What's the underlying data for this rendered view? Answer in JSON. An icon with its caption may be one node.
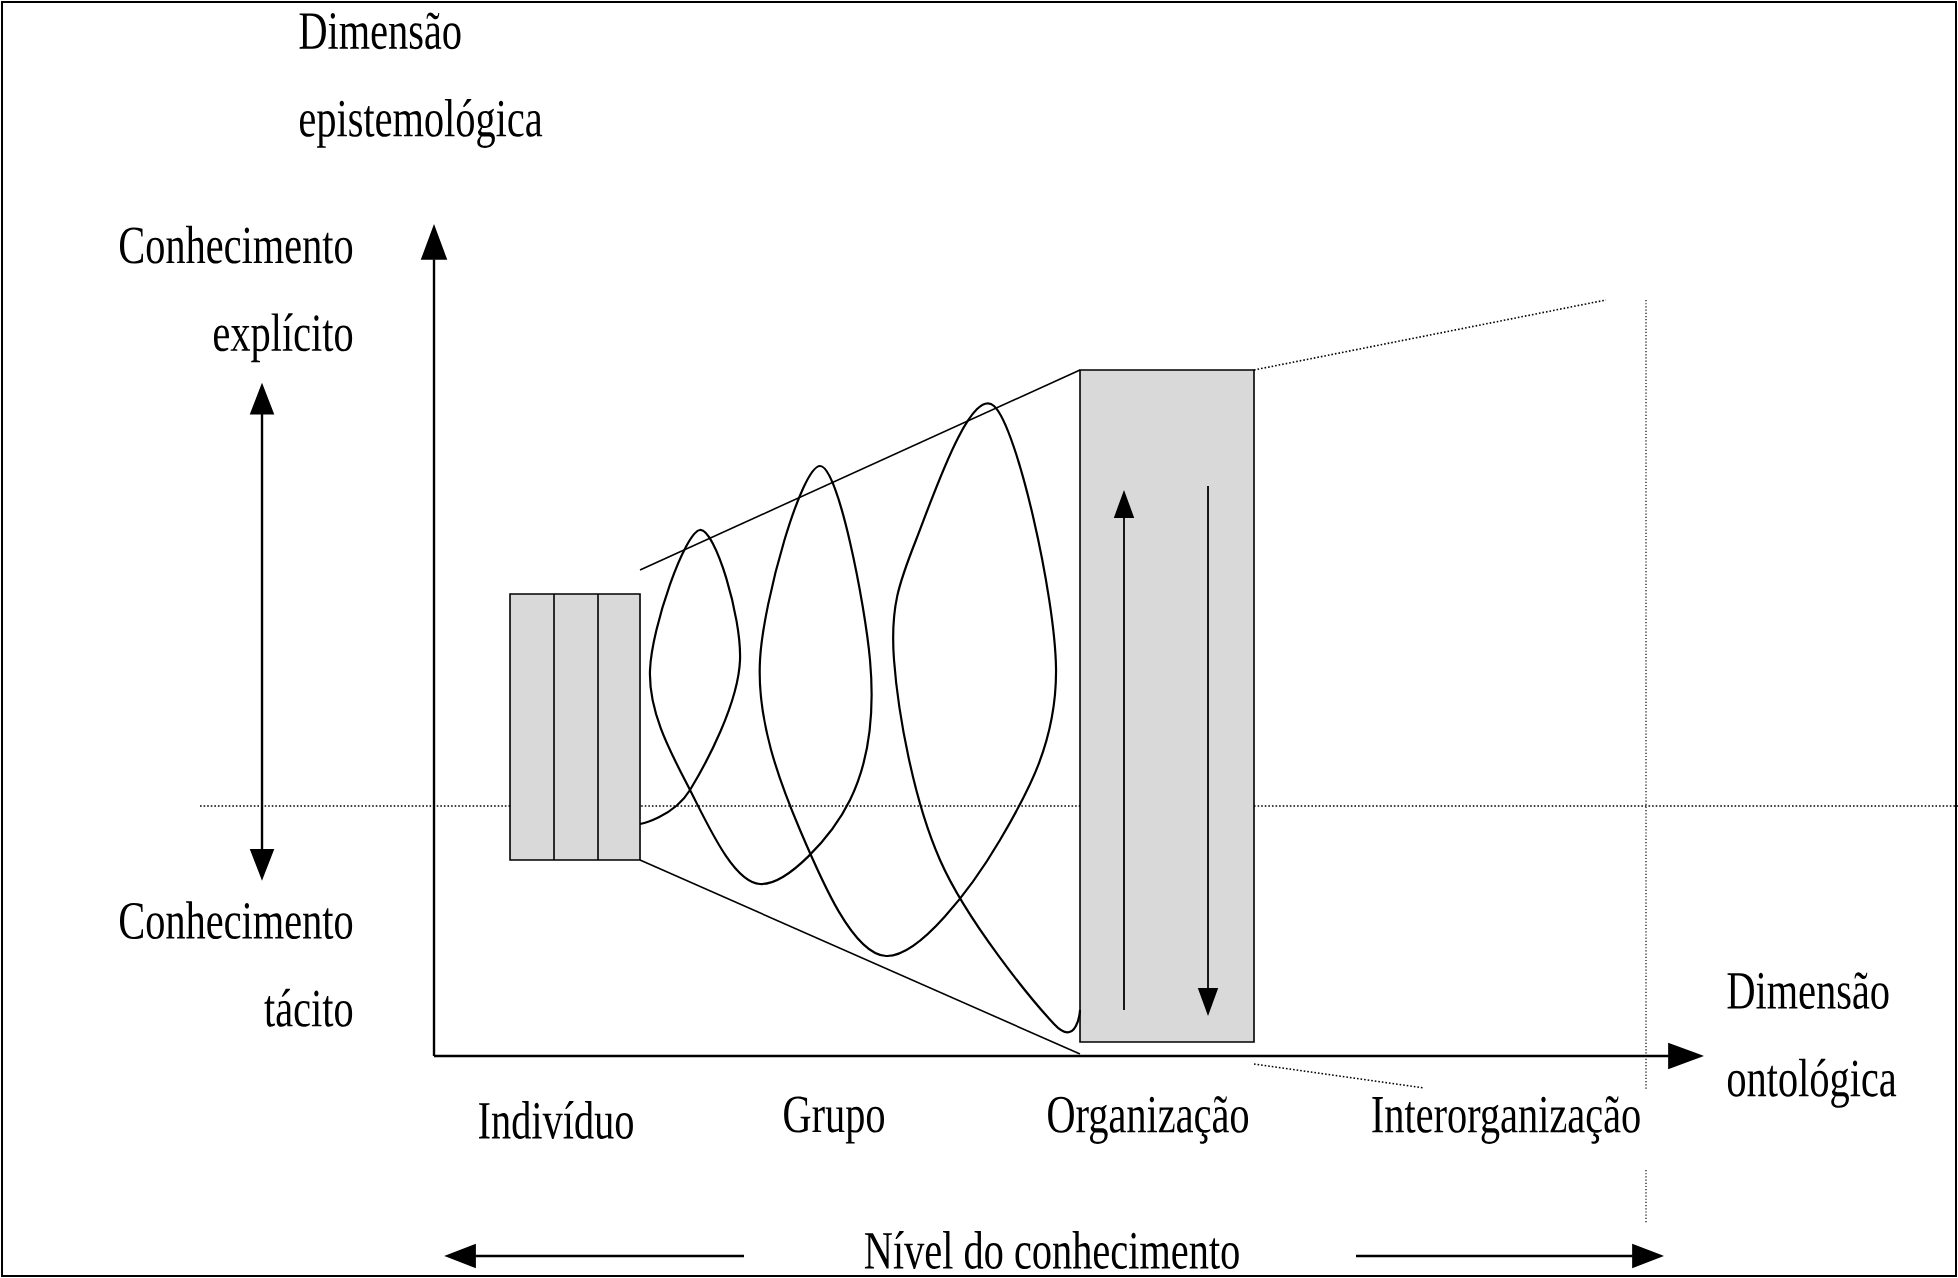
{
  "diagram": {
    "nodes": [
      {
        "text": [
          "Conhecimento explícito"
        ]
      },
      {
        "text": [
          "Conhecimento tácito"
        ]
      }
    ],
    "edges": [
      {
        "from": 0,
        "to": 1,
        "arrow": "both"
      }
    ],
    "labels": [
      "Dimensão epistemológica",
      "Dimensão ontológica",
      "Indivíduo",
      "Grupo",
      "Organização",
      "Interorganização",
      "Nível do conhecimento"
    ]
  }
}
